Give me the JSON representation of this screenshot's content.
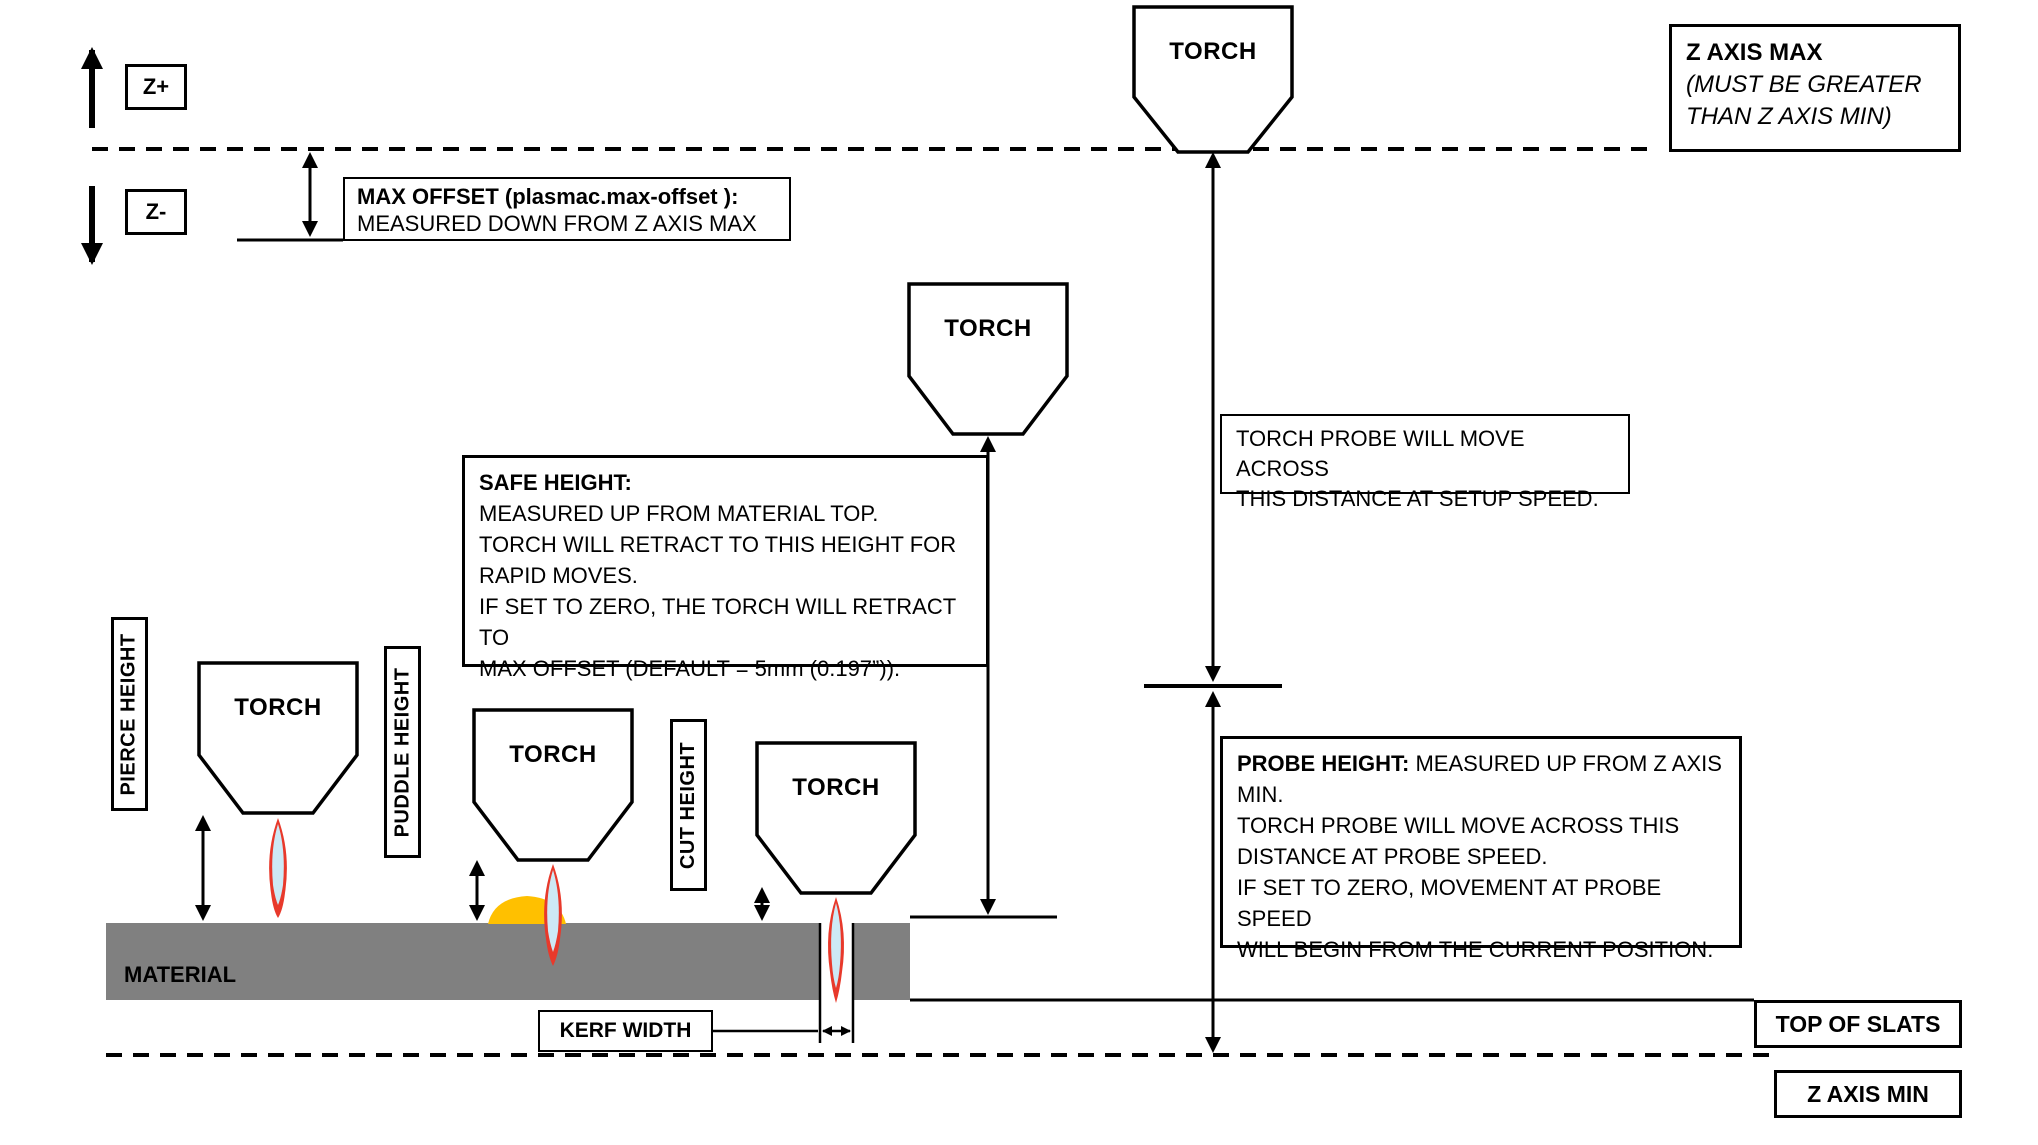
{
  "torch_label": "TORCH",
  "axis_jog": {
    "z_plus": "Z+",
    "z_minus": "Z-"
  },
  "z_axis_max_box": {
    "title": "Z AXIS MAX",
    "note_line1": "(MUST BE GREATER",
    "note_line2": "THAN Z AXIS MIN)"
  },
  "max_offset_box": {
    "title": "MAX OFFSET (plasmac.max-offset ):",
    "body": "MEASURED DOWN FROM Z AXIS MAX"
  },
  "torch_probe_box": {
    "line1": "TORCH PROBE WILL MOVE ACROSS",
    "line2": "THIS DISTANCE AT SETUP SPEED."
  },
  "safe_height_box": {
    "title": "SAFE HEIGHT:",
    "lines": [
      "MEASURED UP FROM MATERIAL TOP.",
      "TORCH WILL RETRACT TO THIS HEIGHT FOR",
      "RAPID MOVES.",
      "IF SET TO ZERO, THE TORCH WILL RETRACT TO",
      "MAX OFFSET (DEFAULT = 5mm (0.197”))."
    ]
  },
  "probe_height_box": {
    "title": "PROBE HEIGHT:",
    "title_rest": "MEASURED UP FROM Z AXIS",
    "lines": [
      "MIN.",
      "TORCH PROBE WILL MOVE ACROSS THIS",
      "DISTANCE AT PROBE SPEED.",
      "IF SET TO ZERO,  MOVEMENT AT PROBE SPEED",
      "WILL BEGIN FROM THE CURRENT POSITION."
    ]
  },
  "height_labels": {
    "pierce": "PIERCE HEIGHT",
    "puddle": "PUDDLE HEIGHT",
    "cut": "CUT HEIGHT"
  },
  "material_label": "MATERIAL",
  "kerf_width_label": "KERF WIDTH",
  "top_of_slats_label": "TOP OF SLATS",
  "z_axis_min_label": "Z AXIS MIN",
  "colors": {
    "material": "#808080",
    "puddle": "#FFC000",
    "flame_outer": "#E8392B",
    "flame_inner": "#CDE9F5"
  }
}
